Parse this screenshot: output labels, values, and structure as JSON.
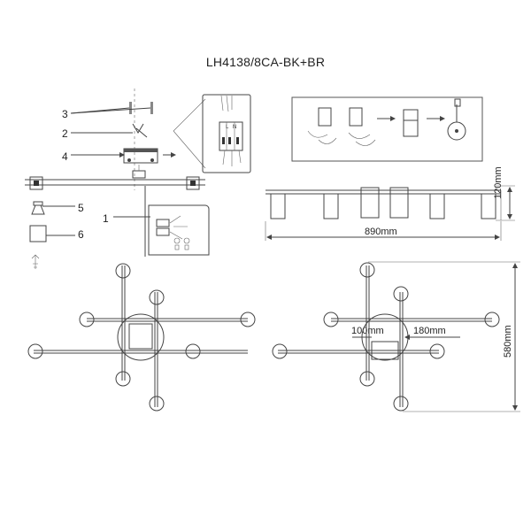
{
  "diagram": {
    "title": "LH4138/8CA-BK+BR",
    "callouts": [
      "1",
      "2",
      "3",
      "4",
      "5",
      "6"
    ],
    "dimensions": {
      "height": "120mm",
      "width": "890mm",
      "depth": "580mm",
      "plate": "100mm",
      "arm": "180mm"
    },
    "terminal_labels": [
      "L",
      "N"
    ]
  }
}
